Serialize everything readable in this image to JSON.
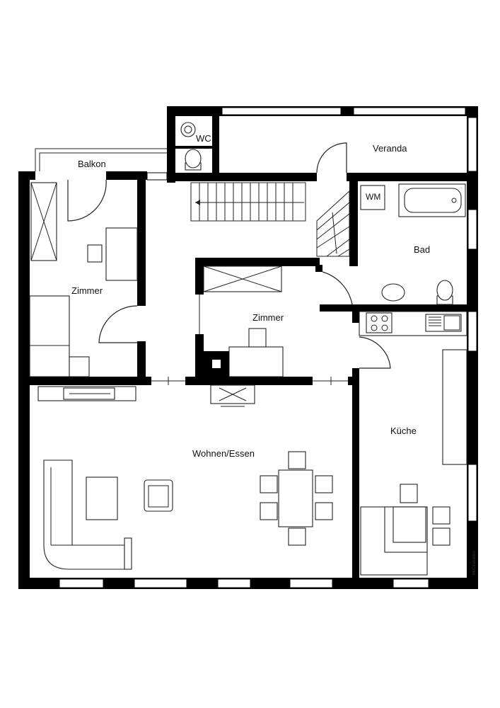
{
  "rooms": {
    "balkon": "Balkon",
    "veranda": "Veranda",
    "wc": "WC",
    "wm": "WM",
    "bad": "Bad",
    "zimmer_left": "Zimmer",
    "zimmer_center": "Zimmer",
    "kueche": "Küche",
    "wohnen": "Wohnen/Essen"
  },
  "credit": "MitGrundriss",
  "colors": {
    "wall": "#000000",
    "background": "#ffffff"
  }
}
